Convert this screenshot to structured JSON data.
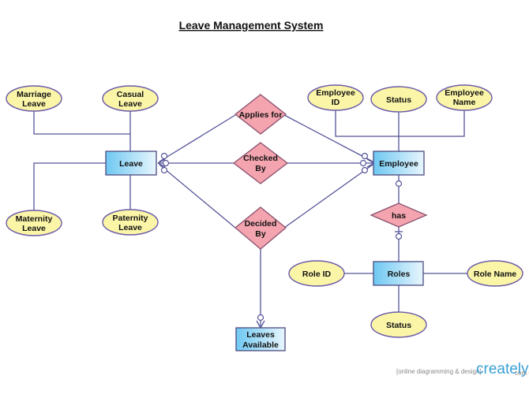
{
  "title": "Leave Management System",
  "colors": {
    "entity_fill_start": "#6ec8f2",
    "entity_fill_end": "#e8f6fd",
    "relationship_fill": "#f3a4ae",
    "attribute_fill": "#fbf5a8",
    "line": "#555599",
    "watermark_blue": "#3aa0d6",
    "watermark_orange": "#ec7a2a"
  },
  "entities": {
    "leave": [
      "Leave"
    ],
    "employee": [
      "Employee"
    ],
    "roles": [
      "Roles"
    ],
    "leaves_available": [
      "Leaves",
      "Available"
    ]
  },
  "relationships": {
    "applies_for": [
      "Applies for"
    ],
    "checked_by": [
      "Checked",
      "By"
    ],
    "decided_by": [
      "Decided",
      "By"
    ],
    "has": [
      "has"
    ]
  },
  "attributes": {
    "marriage_leave": [
      "Marriage",
      "Leave"
    ],
    "casual_leave": [
      "Casual",
      "Leave"
    ],
    "maternity_leave": [
      "Maternity",
      "Leave"
    ],
    "paternity_leave": [
      "Paternity",
      "Leave"
    ],
    "employee_id": [
      "Employee",
      "ID"
    ],
    "employee_status": [
      "Status"
    ],
    "employee_name": [
      "Employee",
      "Name"
    ],
    "role_id": [
      "Role ID"
    ],
    "role_name": [
      "Role Name"
    ],
    "role_status": [
      "Status"
    ]
  },
  "watermark": {
    "tagline": "[online diagramming & design]",
    "brand": "creately",
    "suffix": "com"
  }
}
